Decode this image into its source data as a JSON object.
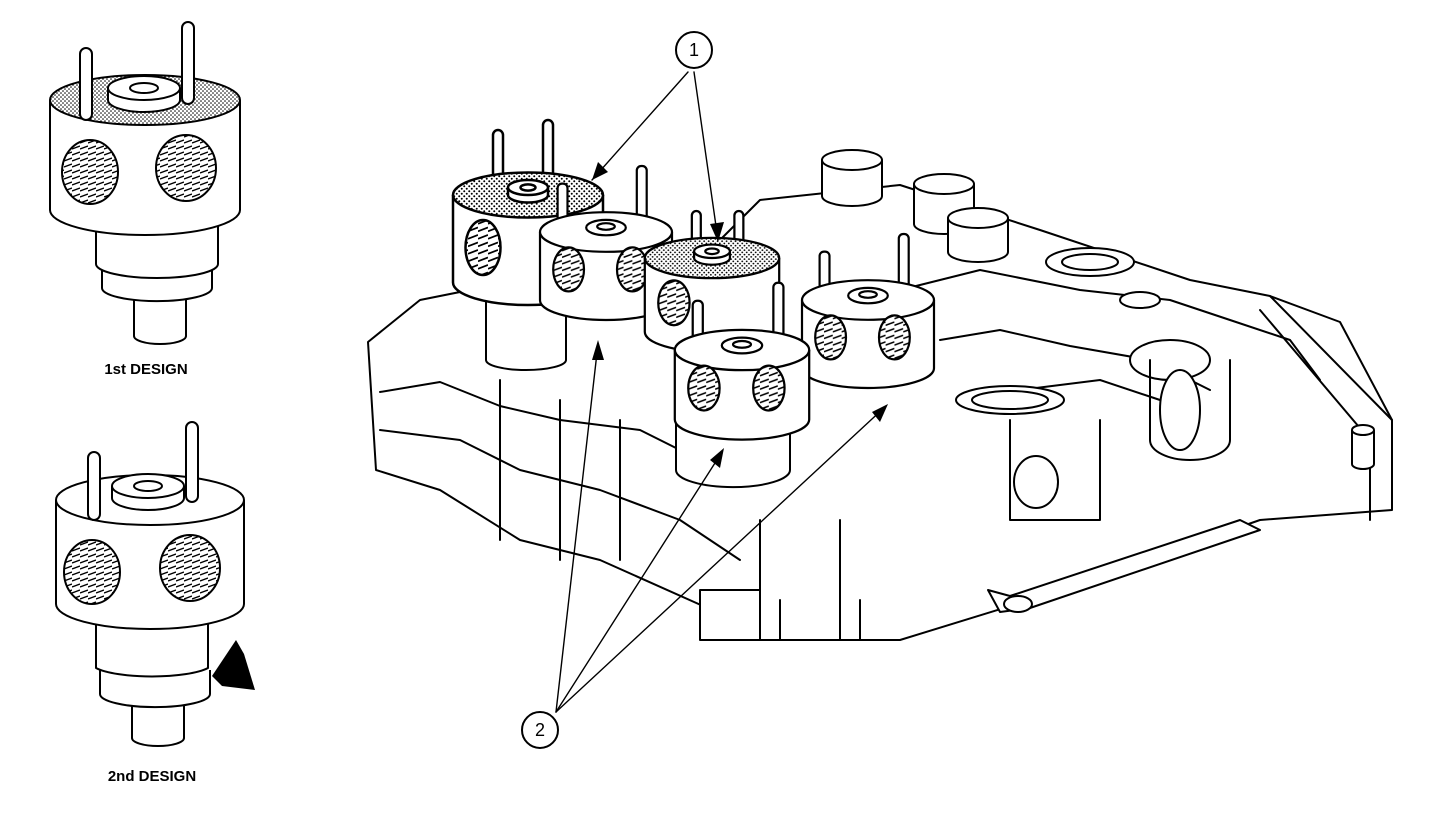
{
  "labels": {
    "first_design": "1st DESIGN",
    "second_design": "2nd DESIGN"
  },
  "callouts": [
    {
      "number": "1"
    },
    {
      "number": "2"
    }
  ],
  "colors": {
    "ink": "#000000",
    "background": "#ffffff"
  }
}
